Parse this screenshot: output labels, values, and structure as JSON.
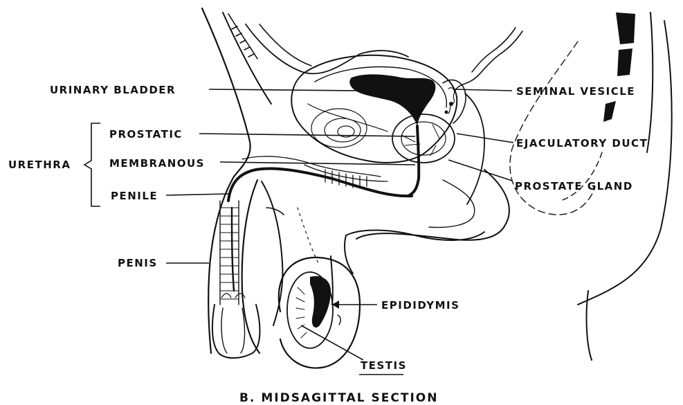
{
  "labels": {
    "urinary_bladder": "URINARY BLADDER",
    "seminal_vesicle": "SEMINAL VESICLE",
    "prostatic": "PROSTATIC",
    "ejaculatory_duct": "EJACULATORY DUCT",
    "urethra": "URETHRA",
    "membranous": "MEMBRANOUS",
    "penile": "PENILE",
    "prostate_gland": "PROSTATE GLAND",
    "penis": "PENIS",
    "epididymis": "EPIDIDYMIS",
    "testis": "TESTIS"
  },
  "caption": "B.  MIDSAGITTAL SECTION"
}
